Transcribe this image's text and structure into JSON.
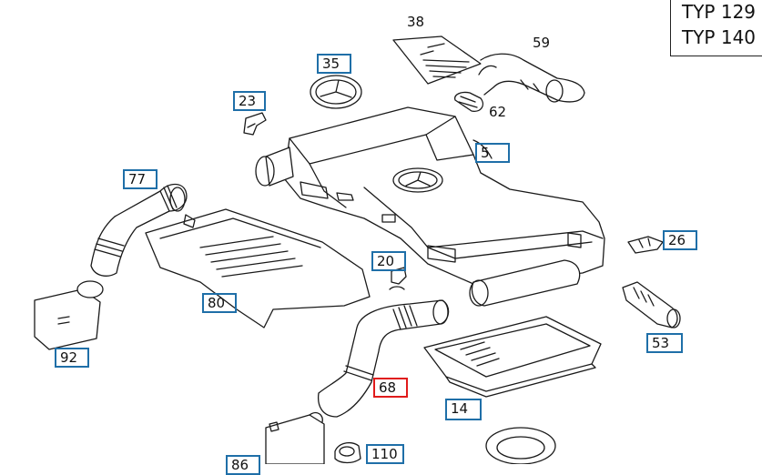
{
  "types": [
    "TYP 129",
    "TYP 140"
  ],
  "selected_part": "68",
  "colors": {
    "callout_border": "#1f6fa8",
    "selected_border": "#e01b1b",
    "line": "#1a1a1a"
  },
  "parts": [
    {
      "id": "38",
      "boxed": false
    },
    {
      "id": "59",
      "boxed": false
    },
    {
      "id": "35",
      "boxed": true
    },
    {
      "id": "62",
      "boxed": false
    },
    {
      "id": "23",
      "boxed": true
    },
    {
      "id": "5",
      "boxed": true
    },
    {
      "id": "77",
      "boxed": true
    },
    {
      "id": "26",
      "boxed": true
    },
    {
      "id": "20",
      "boxed": true
    },
    {
      "id": "80",
      "boxed": true
    },
    {
      "id": "53",
      "boxed": true
    },
    {
      "id": "92",
      "boxed": true
    },
    {
      "id": "68",
      "boxed": true
    },
    {
      "id": "14",
      "boxed": true
    },
    {
      "id": "86",
      "boxed": true
    },
    {
      "id": "110",
      "boxed": true
    }
  ]
}
